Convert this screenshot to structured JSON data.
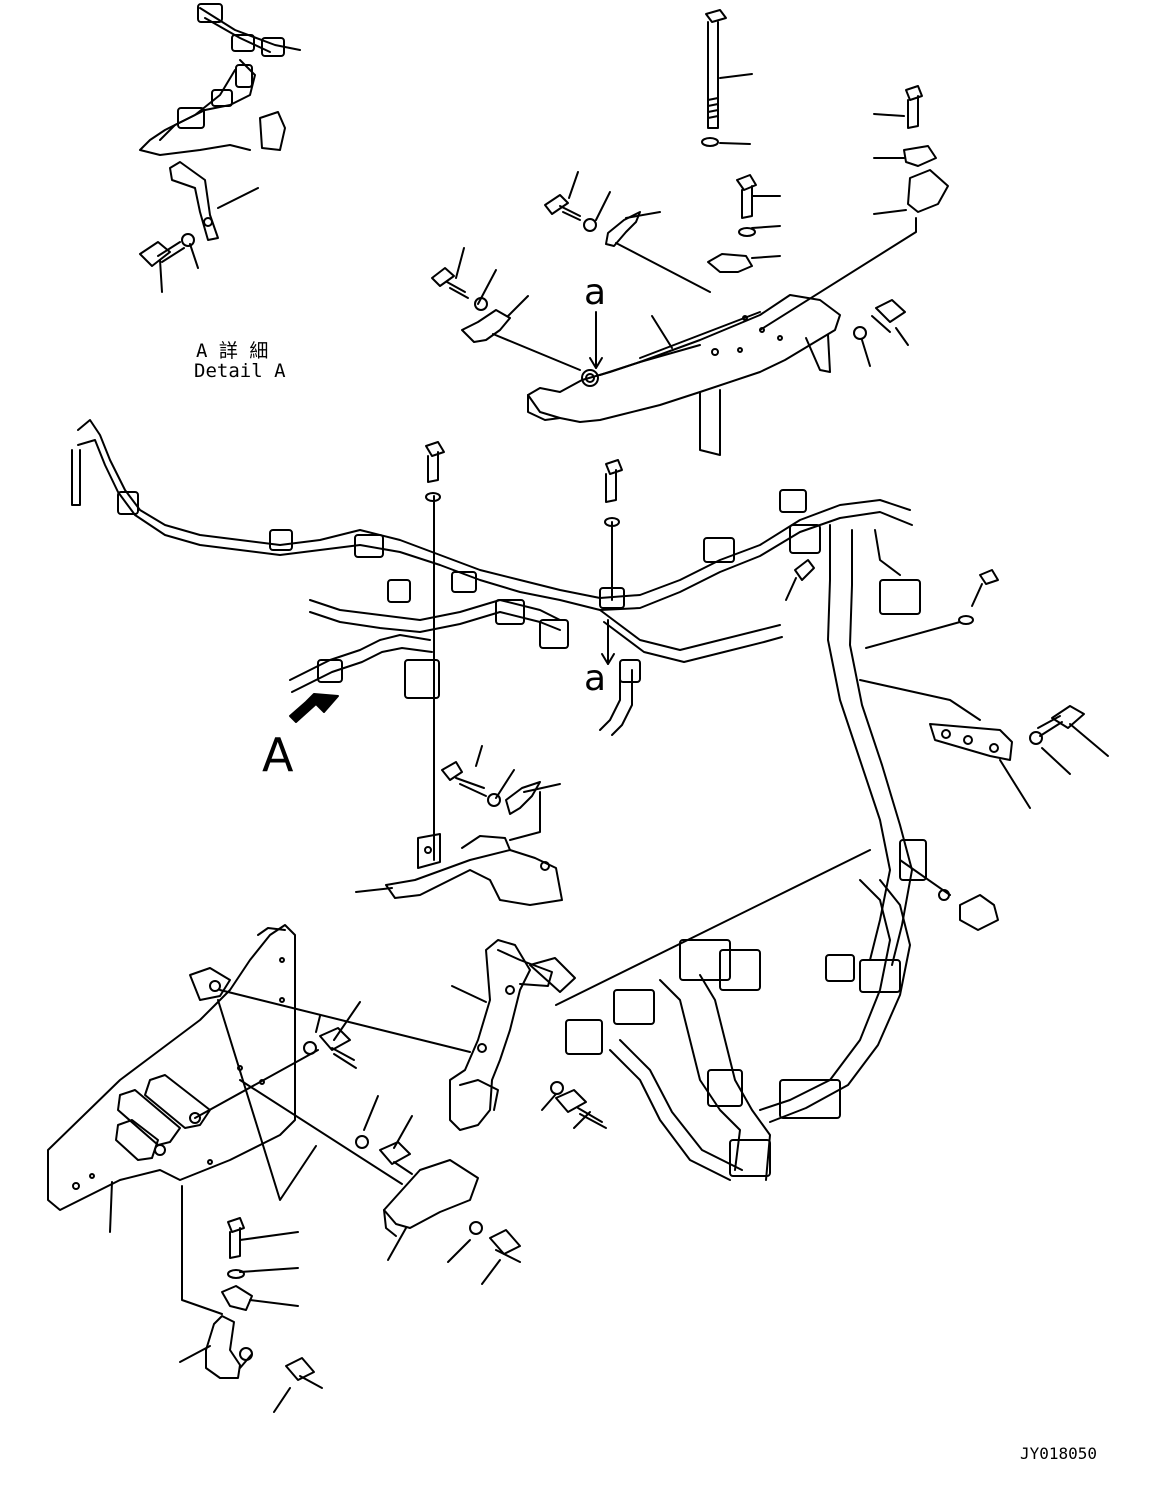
{
  "detail_caption": {
    "japanese": "A 詳 細",
    "english": "Detail A"
  },
  "callouts": {
    "view_a_arrow": "A",
    "section_a_top": "a",
    "section_a_mid": "a"
  },
  "drawing_number": "JY018050",
  "colors": {
    "ink": "#000000",
    "paper": "#ffffff"
  }
}
